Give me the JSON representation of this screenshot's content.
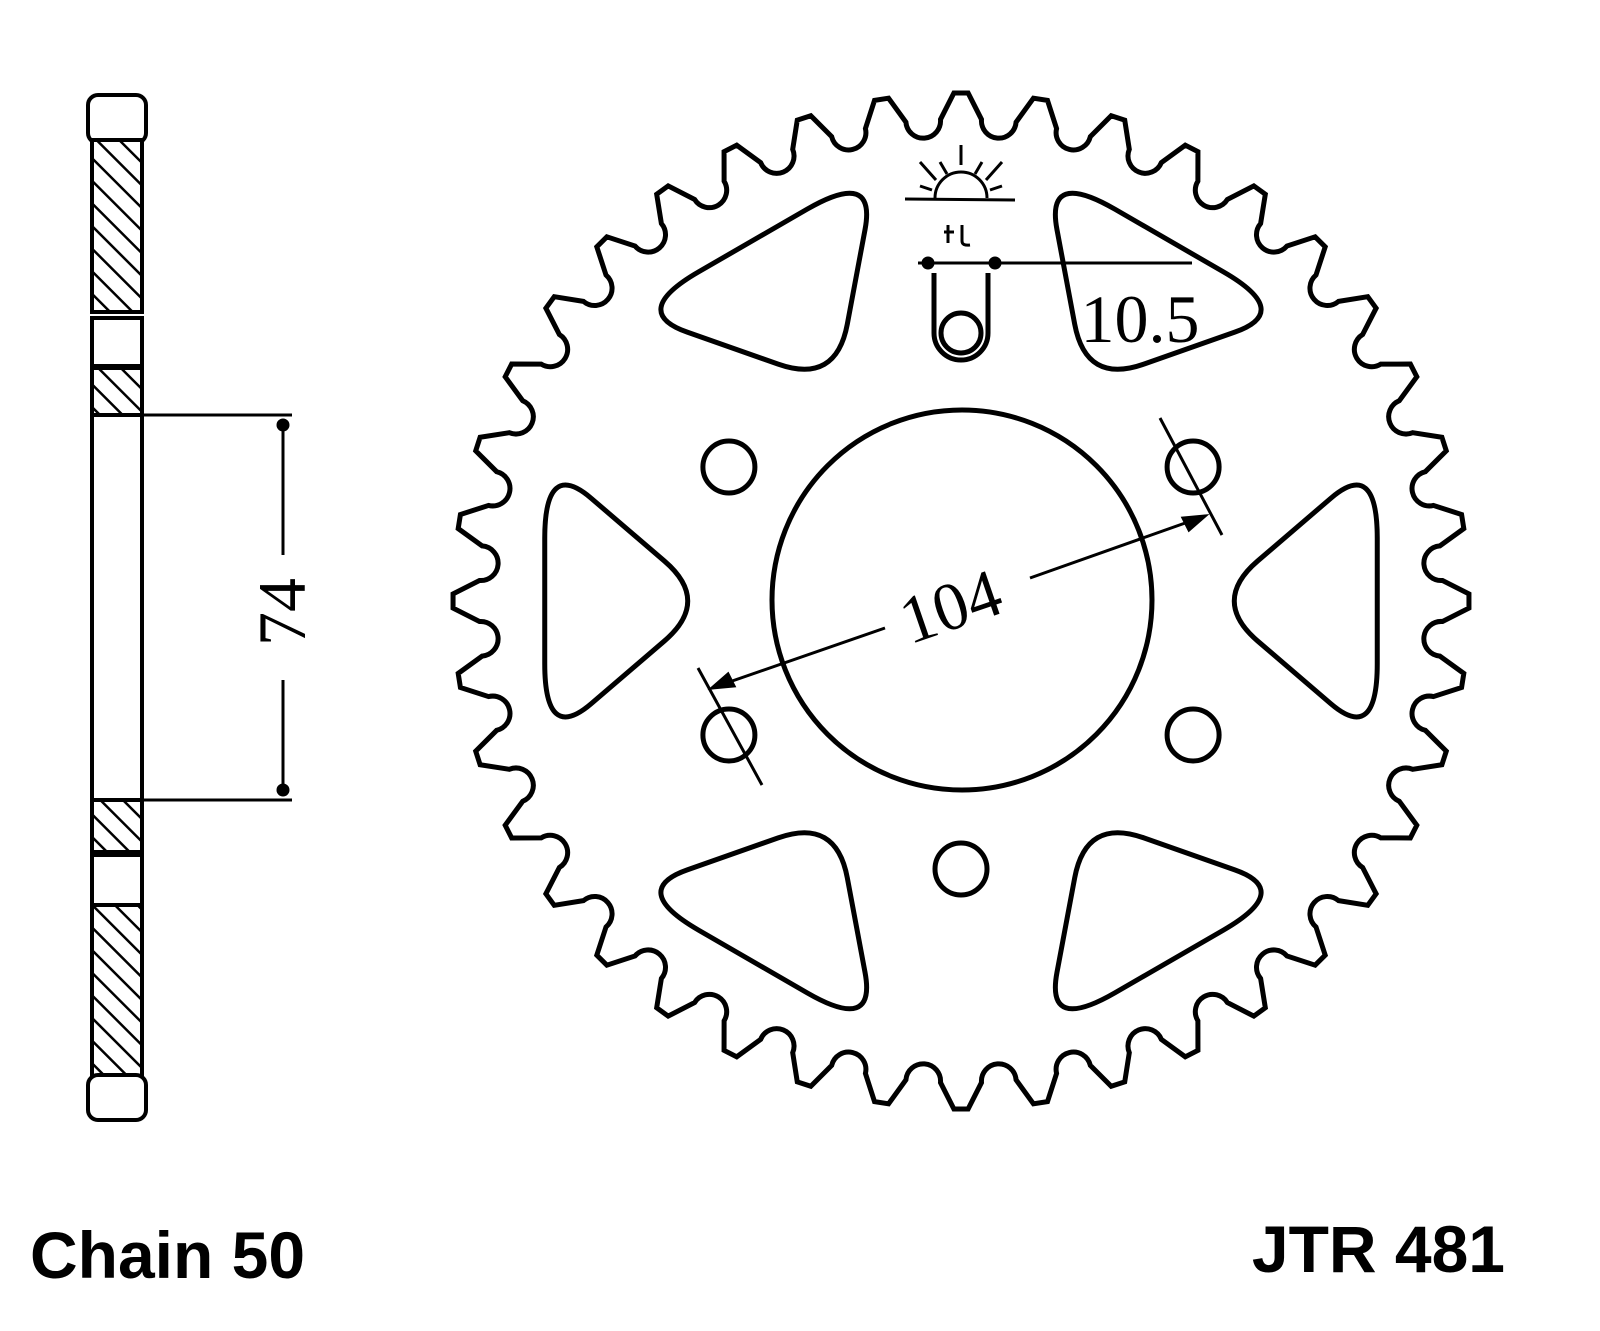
{
  "title": {
    "chain": "Chain 50",
    "part_number": "JTR 481"
  },
  "dimensions": {
    "offset": "74",
    "bolt_circle": "104",
    "bolt_hole": "10.5"
  },
  "sprocket": {
    "teeth": 40,
    "bolt_holes": 6,
    "windows": 6
  },
  "logo": {
    "text": "JT"
  },
  "colors": {
    "ink": "#000000",
    "paper": "#ffffff"
  }
}
